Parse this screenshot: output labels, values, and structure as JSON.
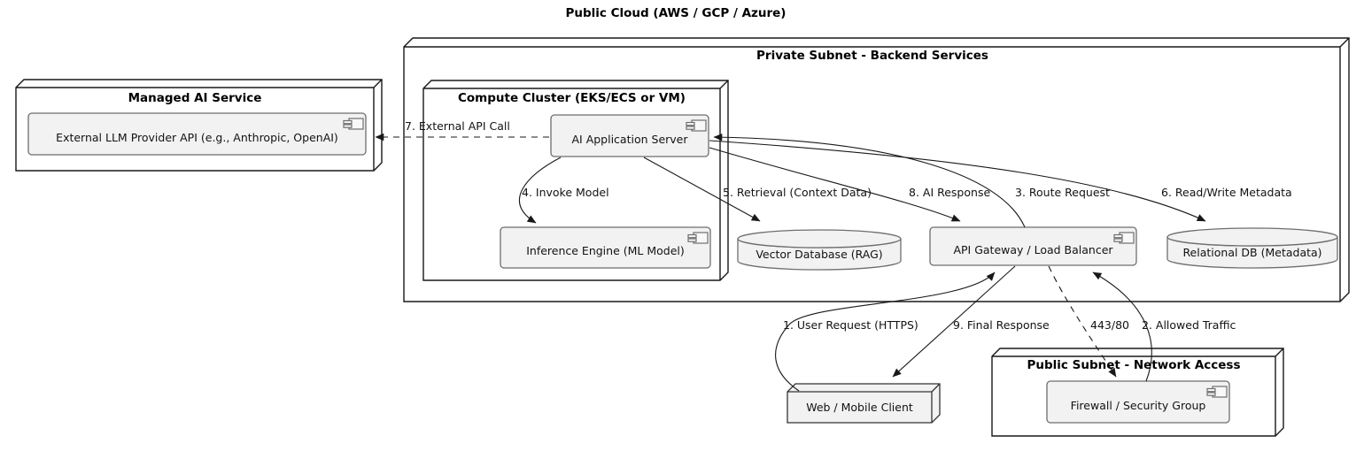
{
  "diagram": {
    "title": "Public Cloud (AWS / GCP / Azure)",
    "type": "deployment-architecture-diagram"
  },
  "nodes": {
    "private_subnet": {
      "title": "Private Subnet - Backend Services"
    },
    "managed_ai": {
      "title": "Managed AI Service"
    },
    "compute_cluster": {
      "title": "Compute Cluster (EKS/ECS or VM)"
    },
    "public_subnet": {
      "title": "Public Subnet - Network Access"
    },
    "web_client": {
      "label": "Web / Mobile Client"
    }
  },
  "components": {
    "external_llm": {
      "label": "External LLM Provider API (e.g., Anthropic, OpenAI)"
    },
    "ai_app_server": {
      "label": "AI Application Server"
    },
    "inference_engine": {
      "label": "Inference Engine (ML Model)"
    },
    "api_gateway": {
      "label": "API Gateway / Load Balancer"
    },
    "firewall": {
      "label": "Firewall / Security Group"
    }
  },
  "databases": {
    "vector_db": {
      "label": "Vector Database (RAG)"
    },
    "relational_db": {
      "label": "Relational DB (Metadata)"
    }
  },
  "edges": {
    "e1": {
      "label": "1. User Request (HTTPS)",
      "from": "web_client",
      "to": "api_gateway",
      "style": "solid"
    },
    "e2": {
      "label": "2. Allowed Traffic",
      "from": "firewall",
      "to": "api_gateway",
      "style": "solid"
    },
    "e3": {
      "label": "3. Route Request",
      "from": "api_gateway",
      "to": "ai_app_server",
      "style": "solid"
    },
    "e4": {
      "label": "4. Invoke Model",
      "from": "ai_app_server",
      "to": "inference_engine",
      "style": "solid"
    },
    "e5": {
      "label": "5. Retrieval (Context Data)",
      "from": "ai_app_server",
      "to": "vector_db",
      "style": "solid"
    },
    "e6": {
      "label": "6. Read/Write Metadata",
      "from": "ai_app_server",
      "to": "relational_db",
      "style": "solid"
    },
    "e7": {
      "label": "7. External API Call",
      "from": "ai_app_server",
      "to": "external_llm",
      "style": "dashed"
    },
    "e8": {
      "label": "8. AI Response",
      "from": "ai_app_server",
      "to": "api_gateway",
      "style": "solid"
    },
    "e9": {
      "label": "9. Final Response",
      "from": "api_gateway",
      "to": "web_client",
      "style": "solid"
    },
    "e443": {
      "label": "443/80",
      "from": "api_gateway",
      "to": "firewall",
      "style": "dashed"
    }
  },
  "colors": {
    "background": "#FFFFFF",
    "node_fill": "#FFFFFF",
    "node_border": "#181818",
    "client_node_fill": "#F2F2F2",
    "component_fill": "#F2F2F2",
    "component_border": "#6E6E6E",
    "edge_color": "#181818",
    "text_color": "#111111"
  }
}
